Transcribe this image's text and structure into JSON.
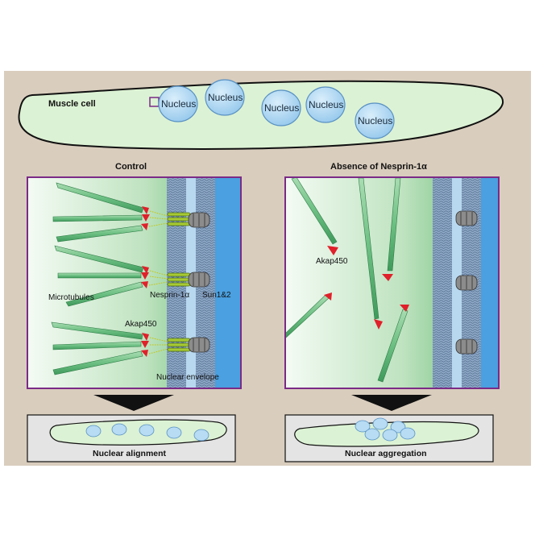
{
  "cell": {
    "label": "Muscle cell",
    "nucleus_label": "Nucleus"
  },
  "control": {
    "title": "Control",
    "microtubules": "Microtubules",
    "nesprin": "Nesprin-1α",
    "sun": "Sun1&2",
    "akap": "Akap450",
    "envelope": "Nuclear envelope",
    "result": "Nuclear alignment"
  },
  "absence": {
    "title": "Absence of Nesprin-1α",
    "akap": "Akap450",
    "result": "Nuclear aggregation"
  },
  "colors": {
    "background": "#d9cdbd",
    "cell_fill": "#dcf2d4",
    "nucleus_fill": "#b7dcf3",
    "panel_border": "#7b2a86",
    "akap_red": "#e0202a",
    "envelope_blue": "#4aa0e0",
    "microtubule_green": "#6cbf82"
  }
}
